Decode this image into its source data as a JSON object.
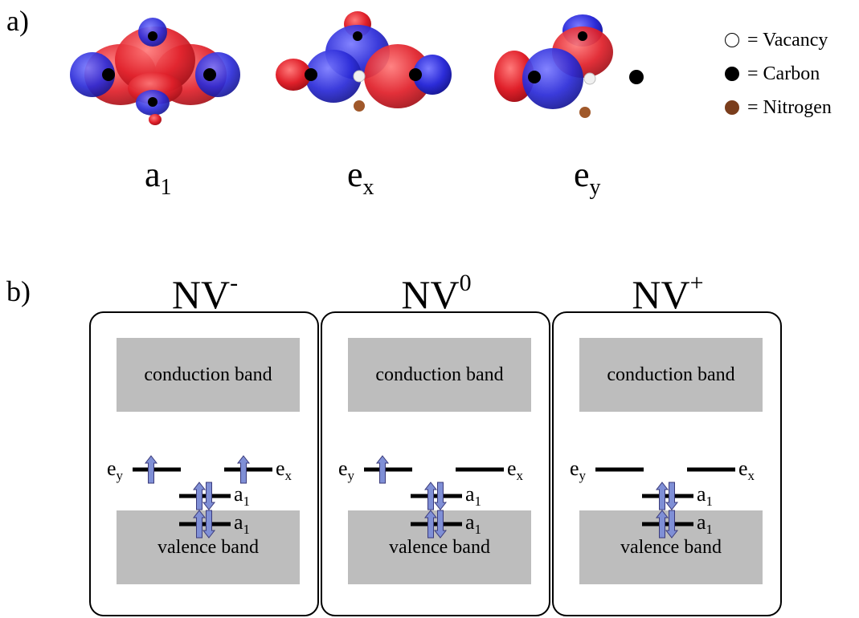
{
  "panel_a": {
    "label": "a)",
    "orbitals": [
      {
        "name": "a",
        "sub": "1"
      },
      {
        "name": "e",
        "sub": "x"
      },
      {
        "name": "e",
        "sub": "y"
      }
    ],
    "legend": [
      {
        "symbol": "○",
        "text": "= Vacancy",
        "color": "#ffffff"
      },
      {
        "symbol": "●",
        "text": "= Carbon",
        "color": "#000000"
      },
      {
        "symbol": "●",
        "text": "= Nitrogen",
        "color": "#7a3d1c"
      }
    ],
    "colors": {
      "positive": "#e0202a",
      "negative": "#2c2cd8",
      "carbon": "#000000",
      "nitrogen": "#8a4a22",
      "vacancy": "#f0f0f0"
    }
  },
  "panel_b": {
    "label": "b)",
    "states": [
      {
        "title_base": "NV",
        "title_sup": "-",
        "conduction_band": "conduction band",
        "valence_band": "valence band",
        "level_ey": {
          "name": "e",
          "sub": "y",
          "electrons": [
            "up"
          ]
        },
        "level_ex": {
          "name": "e",
          "sub": "x",
          "electrons": [
            "up"
          ]
        },
        "level_a1_upper": {
          "name": "a",
          "sub": "1",
          "electrons": [
            "up",
            "down"
          ]
        },
        "level_a1_lower": {
          "name": "a",
          "sub": "1",
          "electrons": [
            "up",
            "down"
          ]
        }
      },
      {
        "title_base": "NV",
        "title_sup": "0",
        "conduction_band": "conduction band",
        "valence_band": "valence band",
        "level_ey": {
          "name": "e",
          "sub": "y",
          "electrons": [
            "up"
          ]
        },
        "level_ex": {
          "name": "e",
          "sub": "x",
          "electrons": []
        },
        "level_a1_upper": {
          "name": "a",
          "sub": "1",
          "electrons": [
            "up",
            "down"
          ]
        },
        "level_a1_lower": {
          "name": "a",
          "sub": "1",
          "electrons": [
            "up",
            "down"
          ]
        }
      },
      {
        "title_base": "NV",
        "title_sup": "+",
        "conduction_band": "conduction band",
        "valence_band": "valence band",
        "level_ey": {
          "name": "e",
          "sub": "y",
          "electrons": []
        },
        "level_ex": {
          "name": "e",
          "sub": "x",
          "electrons": []
        },
        "level_a1_upper": {
          "name": "a",
          "sub": "1",
          "electrons": [
            "up",
            "down"
          ]
        },
        "level_a1_lower": {
          "name": "a",
          "sub": "1",
          "electrons": [
            "up",
            "down"
          ]
        }
      }
    ],
    "colors": {
      "band": "#bdbdbd",
      "arrow": "#7f8fd6"
    }
  }
}
